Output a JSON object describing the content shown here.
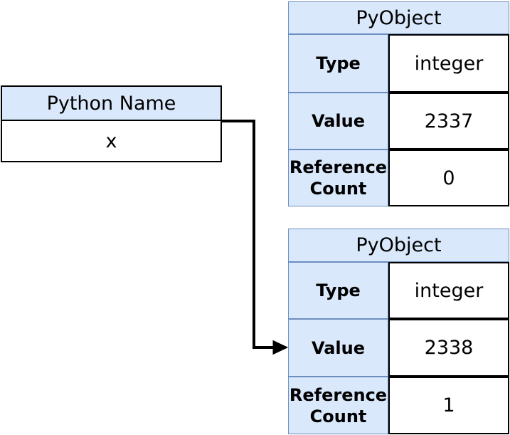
{
  "diagram": {
    "name_box": {
      "title": "Python Name",
      "value": "x"
    },
    "objects": [
      {
        "title": "PyObject",
        "rows": [
          {
            "label": "Type",
            "value": "integer"
          },
          {
            "label": "Value",
            "value": "2337"
          },
          {
            "label": "Reference Count",
            "value": "0"
          }
        ]
      },
      {
        "title": "PyObject",
        "rows": [
          {
            "label": "Type",
            "value": "integer"
          },
          {
            "label": "Value",
            "value": "2338"
          },
          {
            "label": "Reference Count",
            "value": "1"
          }
        ]
      }
    ],
    "arrow": {
      "description": "reference-arrow-from-name-to-second-object"
    },
    "colors": {
      "cell_fill": "#dae8fc",
      "cell_stroke": "#6c8ebf",
      "line": "#000000",
      "text": "#000000",
      "background": "#ffffff"
    }
  }
}
